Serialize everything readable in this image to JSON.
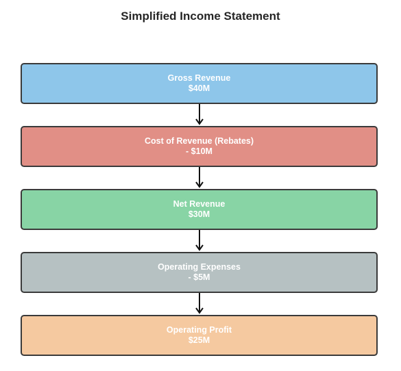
{
  "title": "Simplified Income Statement",
  "steps": [
    {
      "label": "Gross Revenue",
      "value": "$40M",
      "color": "#8ec6ea"
    },
    {
      "label": "Cost of Revenue (Rebates)",
      "value": "- $10M",
      "color": "#e18f86"
    },
    {
      "label": "Net Revenue",
      "value": "$30M",
      "color": "#88d4a5"
    },
    {
      "label": "Operating Expenses",
      "value": "- $5M",
      "color": "#b6c1c2"
    },
    {
      "label": "Operating Profit",
      "value": "$25M",
      "color": "#f5c9a0"
    }
  ],
  "colors": {
    "border": "#3a3a3a",
    "arrow": "#111111",
    "box_text": "#ffffff"
  }
}
